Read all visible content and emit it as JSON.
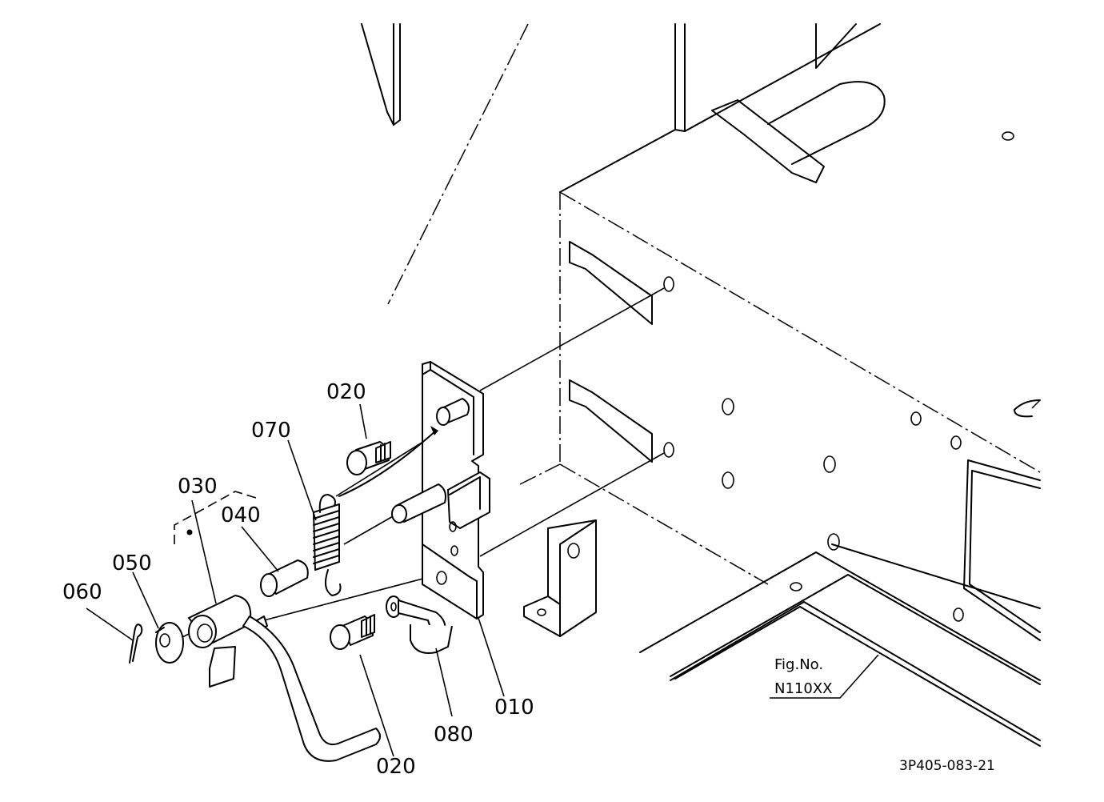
{
  "callouts": {
    "c010": "010",
    "c020_top": "020",
    "c020_bottom": "020",
    "c030": "030",
    "c040": "040",
    "c050": "050",
    "c060": "060",
    "c070": "070",
    "c080": "080"
  },
  "figure_ref": {
    "line1": "Fig.No.",
    "line2": "N110XX"
  },
  "drawing_code": "3P405-083-21"
}
